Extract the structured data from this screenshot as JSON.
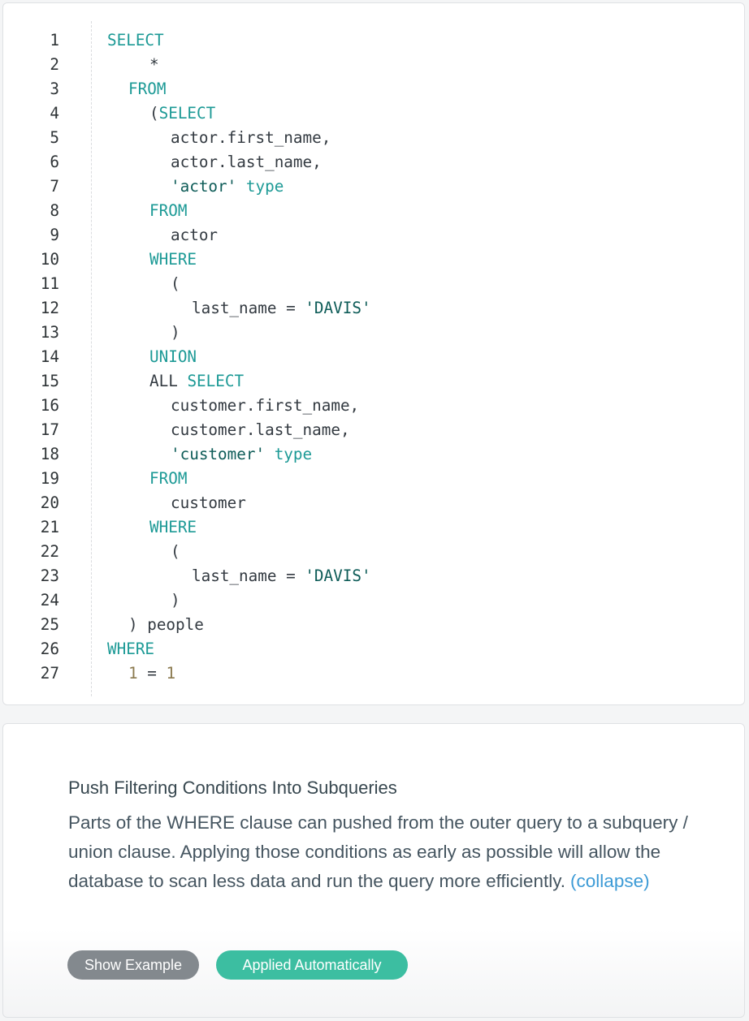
{
  "code": {
    "lines": [
      {
        "n": "1",
        "indent": 0,
        "tokens": [
          {
            "t": "SELECT",
            "c": "kw"
          }
        ]
      },
      {
        "n": "2",
        "indent": 4,
        "tokens": [
          {
            "t": "*",
            "c": "plain"
          }
        ]
      },
      {
        "n": "3",
        "indent": 2,
        "tokens": [
          {
            "t": "FROM",
            "c": "kw"
          }
        ]
      },
      {
        "n": "4",
        "indent": 4,
        "tokens": [
          {
            "t": "(",
            "c": "plain"
          },
          {
            "t": "SELECT",
            "c": "kw"
          }
        ]
      },
      {
        "n": "5",
        "indent": 6,
        "tokens": [
          {
            "t": "actor.first_name,",
            "c": "plain"
          }
        ]
      },
      {
        "n": "6",
        "indent": 6,
        "tokens": [
          {
            "t": "actor.last_name,",
            "c": "plain"
          }
        ]
      },
      {
        "n": "7",
        "indent": 6,
        "tokens": [
          {
            "t": "'actor'",
            "c": "str"
          },
          {
            "t": " ",
            "c": "plain"
          },
          {
            "t": "type",
            "c": "kw"
          }
        ]
      },
      {
        "n": "8",
        "indent": 4,
        "tokens": [
          {
            "t": "FROM",
            "c": "kw"
          }
        ]
      },
      {
        "n": "9",
        "indent": 6,
        "tokens": [
          {
            "t": "actor",
            "c": "plain"
          }
        ]
      },
      {
        "n": "10",
        "indent": 4,
        "tokens": [
          {
            "t": "WHERE",
            "c": "kw"
          }
        ]
      },
      {
        "n": "11",
        "indent": 6,
        "tokens": [
          {
            "t": "(",
            "c": "plain"
          }
        ]
      },
      {
        "n": "12",
        "indent": 8,
        "tokens": [
          {
            "t": "last_name = ",
            "c": "plain"
          },
          {
            "t": "'DAVIS'",
            "c": "str"
          }
        ]
      },
      {
        "n": "13",
        "indent": 6,
        "tokens": [
          {
            "t": ")",
            "c": "plain"
          }
        ]
      },
      {
        "n": "14",
        "indent": 4,
        "tokens": [
          {
            "t": "UNION",
            "c": "kw"
          }
        ]
      },
      {
        "n": "15",
        "indent": 4,
        "tokens": [
          {
            "t": "ALL ",
            "c": "plain"
          },
          {
            "t": "SELECT",
            "c": "kw"
          }
        ]
      },
      {
        "n": "16",
        "indent": 6,
        "tokens": [
          {
            "t": "customer.first_name,",
            "c": "plain"
          }
        ]
      },
      {
        "n": "17",
        "indent": 6,
        "tokens": [
          {
            "t": "customer.last_name,",
            "c": "plain"
          }
        ]
      },
      {
        "n": "18",
        "indent": 6,
        "tokens": [
          {
            "t": "'customer'",
            "c": "str"
          },
          {
            "t": " ",
            "c": "plain"
          },
          {
            "t": "type",
            "c": "kw"
          }
        ]
      },
      {
        "n": "19",
        "indent": 4,
        "tokens": [
          {
            "t": "FROM",
            "c": "kw"
          }
        ]
      },
      {
        "n": "20",
        "indent": 6,
        "tokens": [
          {
            "t": "customer",
            "c": "plain"
          }
        ]
      },
      {
        "n": "21",
        "indent": 4,
        "tokens": [
          {
            "t": "WHERE",
            "c": "kw"
          }
        ]
      },
      {
        "n": "22",
        "indent": 6,
        "tokens": [
          {
            "t": "(",
            "c": "plain"
          }
        ]
      },
      {
        "n": "23",
        "indent": 8,
        "tokens": [
          {
            "t": "last_name = ",
            "c": "plain"
          },
          {
            "t": "'DAVIS'",
            "c": "str"
          }
        ]
      },
      {
        "n": "24",
        "indent": 6,
        "tokens": [
          {
            "t": ")",
            "c": "plain"
          }
        ]
      },
      {
        "n": "25",
        "indent": 2,
        "tokens": [
          {
            "t": ") people",
            "c": "plain"
          }
        ]
      },
      {
        "n": "26",
        "indent": 0,
        "tokens": [
          {
            "t": "WHERE",
            "c": "kw"
          }
        ]
      },
      {
        "n": "27",
        "indent": 2,
        "tokens": [
          {
            "t": "1",
            "c": "num"
          },
          {
            "t": " = ",
            "c": "plain"
          },
          {
            "t": "1",
            "c": "num"
          }
        ]
      }
    ]
  },
  "tip": {
    "title": "Push Filtering Conditions Into Subqueries",
    "body": "Parts of the WHERE clause can pushed from the outer query to a subquery / union clause. Applying those conditions as early as possible will allow the database to scan less data and run the query more efficiently.",
    "collapse_label": "(collapse)"
  },
  "buttons": {
    "show_example_label": "Show Example",
    "applied_label": "Applied Automatically"
  },
  "colors": {
    "keyword": "#1d9a96",
    "string": "#0e5c58",
    "number": "#8b7a4f",
    "link": "#3d9bd6",
    "applied_button": "#3cbea1",
    "example_button": "#83898e"
  }
}
